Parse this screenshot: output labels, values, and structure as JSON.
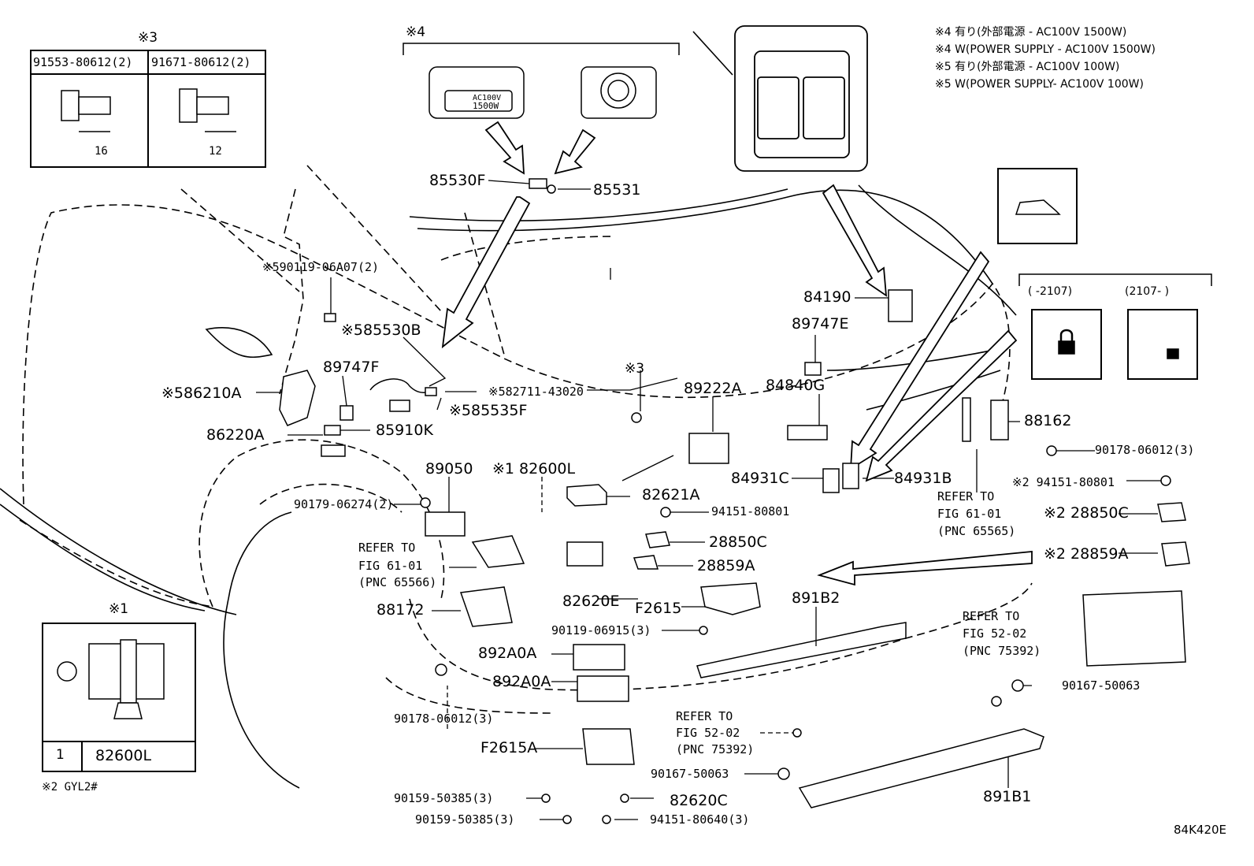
{
  "diagram_code": "84K420E",
  "notes": {
    "n4_jp": "※4 有り(外部電源 - AC100V 1500W)",
    "n4_en": "※4 W(POWER SUPPLY - AC100V 1500W)",
    "n5_jp": "※5 有り(外部電源 - AC100V 100W)",
    "n5_en": "※5  W(POWER SUPPLY- AC100V 100W)"
  },
  "inset_bolts": {
    "title": "※3",
    "left_part": "91553-80612(2)",
    "right_part": "91671-80612(2)",
    "left_dim": "16",
    "right_dim": "12"
  },
  "inset_clip": {
    "title": "※1",
    "callout_num": "1",
    "part": "82600L"
  },
  "footnote_gyl": "※2 GYL2#",
  "inset_outlet": {
    "title": "※4",
    "label_top": "AC100V",
    "label_bottom": "1500W"
  },
  "lock_inset": {
    "left_range": "(     -2107)",
    "right_range": "(2107-      )"
  },
  "labels": {
    "p85530F": "85530F",
    "p85531": "85531",
    "p90119_06A07": "※590119-06A07(2)",
    "p85530B": "※585530B",
    "p86210A": "※586210A",
    "p89747F": "89747F",
    "p82711": "※582711-43020",
    "p85535F": "※585535F",
    "p86220A": "86220A",
    "p85910K": "85910K",
    "p89050": "89050",
    "p82600L": "※1 82600L",
    "p90179": "90179-06274(2)",
    "refer_6101_a1": "REFER TO",
    "refer_6101_a2": "FIG 61-01",
    "refer_6101_a3": "(PNC 65566)",
    "p88172": "88172",
    "p90178_a": "90178-06012(3)",
    "p82621A": "82621A",
    "p94151_a": "94151-80801",
    "p28850C_a": "28850C",
    "p28859A_a": "28859A",
    "p82620E": "82620E",
    "pF2615": "F2615",
    "p90119_06915": "90119-06915(3)",
    "p892A0A_1": "892A0A",
    "p892A0A_2": "892A0A",
    "pF2615A": "F2615A",
    "p90159_1": "90159-50385(3)",
    "p90159_2": "90159-50385(3)",
    "p82620C": "82620C",
    "p94151_80640": "94151-80640(3)",
    "p90167_a": "90167-50063",
    "refer_5202_a1": "REFER TO",
    "refer_5202_a2": "FIG 52-02",
    "refer_5202_a3": "(PNC 75392)",
    "p891B1": "891B1",
    "p891B2": "891B2",
    "refer_5202_b1": "REFER TO",
    "refer_5202_b2": "FIG 52-02",
    "refer_5202_b3": "(PNC 75392)",
    "p90167_b": "90167-50063",
    "p84190": "84190",
    "p89747E": "89747E",
    "p89222A": "89222A",
    "p84840G": "84840G",
    "p_note3": "※3",
    "p84931C": "84931C",
    "p84931B": "84931B",
    "p88162": "88162",
    "p90178_b": "90178-06012(3)",
    "p94151_b": "※2 94151-80801",
    "refer_6101_b1": "REFER TO",
    "refer_6101_b2": "FIG 61-01",
    "refer_6101_b3": "(PNC 65565)",
    "p28850C_b": "※2 28850C",
    "p28859A_b": "※2 28859A"
  }
}
